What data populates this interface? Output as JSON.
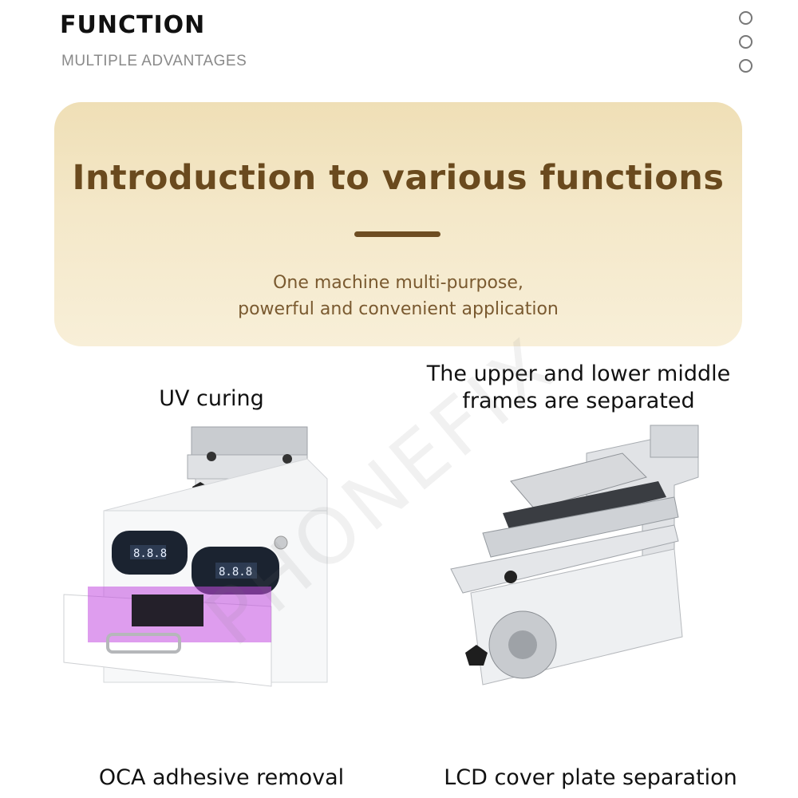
{
  "header": {
    "title": "FUNCTION",
    "subtitle": "MULTIPLE ADVANTAGES"
  },
  "banner": {
    "title": "Introduction to various functions",
    "description_line1": "One machine multi-purpose,",
    "description_line2": "powerful and convenient application"
  },
  "features": {
    "uv_curing": "UV curing",
    "frames_line1": "The upper and lower middle",
    "frames_line2": "frames are separated",
    "oca_removal": "OCA adhesive removal",
    "lcd_separation": "LCD cover plate separation"
  },
  "watermark": "PHONEFIX",
  "colors": {
    "banner_bg": "#f4e8c9",
    "banner_title": "#6a4a1e",
    "banner_desc": "#7a5a30",
    "uv_light": "#c24de0"
  }
}
